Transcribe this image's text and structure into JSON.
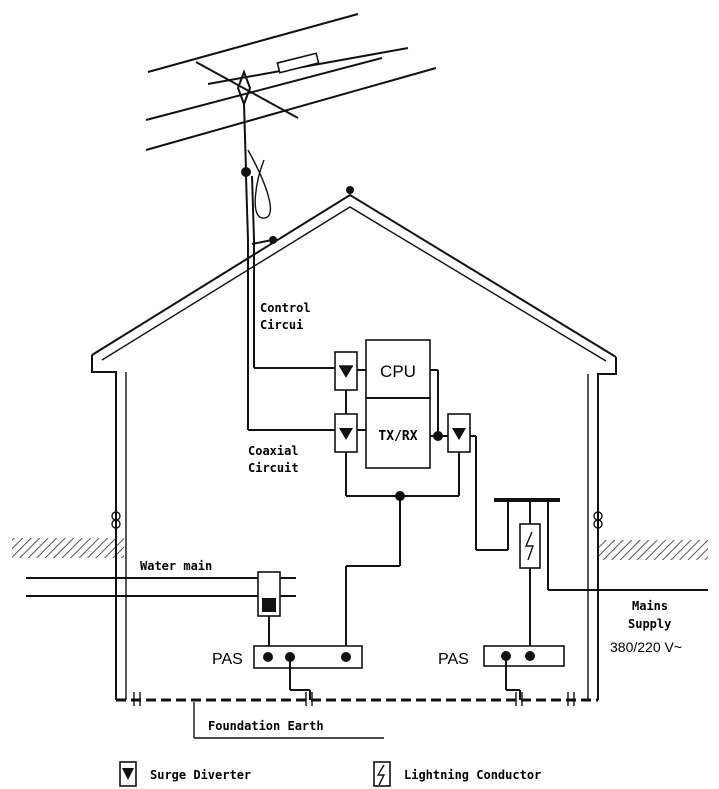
{
  "labels": {
    "control_circuit_line1": "Control",
    "control_circuit_line2": "Circui",
    "coaxial_circuit_line1": "Coaxial",
    "coaxial_circuit_line2": "Circuit",
    "cpu": "CPU",
    "txrx": "TX/RX",
    "water_main": "Water main",
    "mains_supply_line1": "Mains",
    "mains_supply_line2": "Supply",
    "mains_voltage": "380/220 V~",
    "pas_left": "PAS",
    "pas_right": "PAS",
    "foundation_earth": "Foundation Earth"
  },
  "legend": {
    "surge_diverter": "Surge Diverter",
    "lightning_conductor": "Lightning Conductor"
  },
  "colors": {
    "line": "#111111",
    "ground_hatch": "#555555",
    "background": "#ffffff"
  }
}
